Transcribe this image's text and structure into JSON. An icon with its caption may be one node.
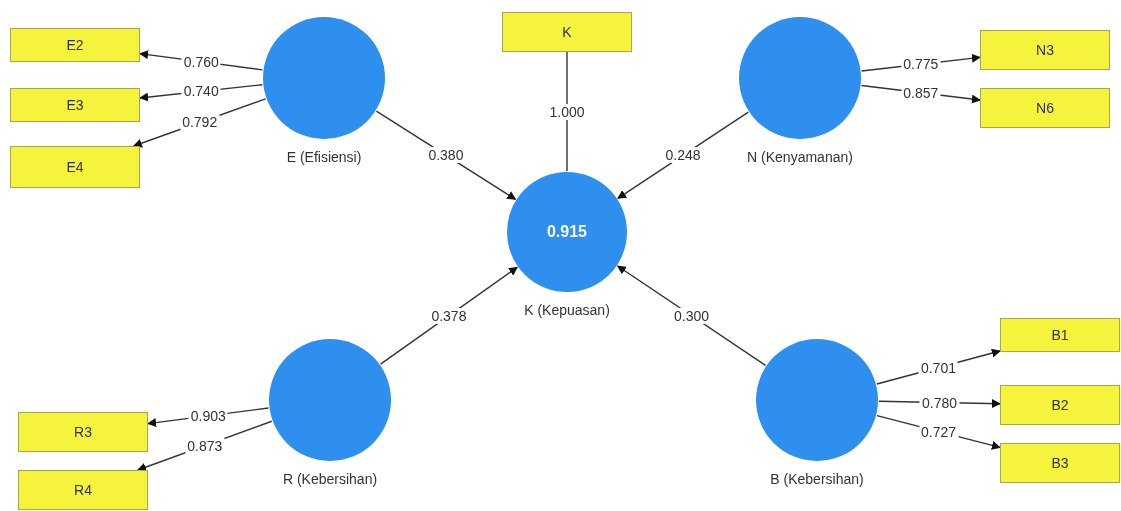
{
  "diagram": {
    "nodes": [
      {
        "text": [
          "E (Efisiensi)"
        ]
      },
      {
        "text": [
          "E2"
        ]
      },
      {
        "text": [
          "E3"
        ]
      },
      {
        "text": [
          "E4"
        ]
      },
      {
        "text": [
          "K"
        ]
      },
      {
        "text": [
          "N (Kenyamanan)"
        ]
      },
      {
        "text": [
          "N3"
        ]
      },
      {
        "text": [
          "N6"
        ]
      },
      {
        "text": [
          "0.915",
          "K (Kepuasan)"
        ]
      },
      {
        "text": [
          "R (Kebersihan)"
        ]
      },
      {
        "text": [
          "R3"
        ]
      },
      {
        "text": [
          "R4"
        ]
      },
      {
        "text": [
          "B (Kebersihan)"
        ]
      },
      {
        "text": [
          "B1"
        ]
      },
      {
        "text": [
          "B2"
        ]
      },
      {
        "text": [
          "B3"
        ]
      }
    ],
    "edges": [
      {
        "from": 0,
        "to": 1,
        "arrow": "to",
        "label": "0.760"
      },
      {
        "from": 0,
        "to": 2,
        "arrow": "to",
        "label": "0.740"
      },
      {
        "from": 0,
        "to": 3,
        "arrow": "to",
        "label": "0.792"
      },
      {
        "from": 8,
        "to": 4,
        "arrow": "none",
        "label": "1.000"
      },
      {
        "from": 5,
        "to": 6,
        "arrow": "to",
        "label": "0.775"
      },
      {
        "from": 5,
        "to": 7,
        "arrow": "to",
        "label": "0.857"
      },
      {
        "from": 0,
        "to": 8,
        "arrow": "to",
        "label": "0.380"
      },
      {
        "from": 5,
        "to": 8,
        "arrow": "to",
        "label": "0.248"
      },
      {
        "from": 9,
        "to": 8,
        "arrow": "to",
        "label": "0.378"
      },
      {
        "from": 12,
        "to": 8,
        "arrow": "to",
        "label": "0.300"
      },
      {
        "from": 9,
        "to": 10,
        "arrow": "to",
        "label": "0.903"
      },
      {
        "from": 9,
        "to": 11,
        "arrow": "to",
        "label": "0.873"
      },
      {
        "from": 12,
        "to": 13,
        "arrow": "to",
        "label": "0.701"
      },
      {
        "from": 12,
        "to": 14,
        "arrow": "to",
        "label": "0.780"
      },
      {
        "from": 12,
        "to": 15,
        "arrow": "to",
        "label": "0.727"
      }
    ]
  }
}
